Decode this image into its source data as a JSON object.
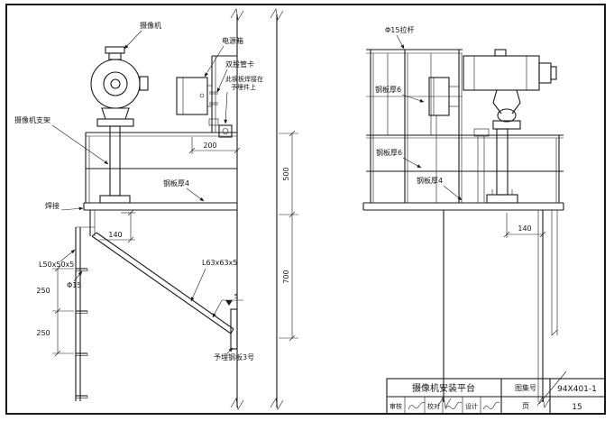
{
  "drawing": {
    "left_view": {
      "camera_label": "摄像机",
      "power_box_label": "电源箱",
      "clamp_label": "双股管卡",
      "weld_note_line1": "此钢板焊接在",
      "weld_note_line2": "予埋件上",
      "support_label": "摄像机支架",
      "plate4_label": "钢板厚4",
      "weld_label": "焊接",
      "ladder_angle_label": "L50x50x5",
      "rung_label": "Φ15",
      "brace_label": "L63x63x5",
      "weld_size_label": "5",
      "embed_plate_label": "予埋钢板3号",
      "dim_200": "200",
      "dim_500": "500",
      "dim_700": "700",
      "dim_140": "140",
      "dim_250_a": "250",
      "dim_250_b": "250"
    },
    "right_view": {
      "tie_rod_label": "Φ15拉杆",
      "plate6_a_label": "钢板厚6",
      "plate6_b_label": "钢板厚6",
      "plate4_label": "钢板厚4",
      "dim_140": "140"
    },
    "title_block": {
      "title": "摄像机安装平台",
      "atlas_label": "图集号",
      "atlas_no": "94X401-1",
      "page_label": "页",
      "page_no": "15",
      "review_label": "审核",
      "check_label": "校对",
      "design_label": "设计"
    }
  }
}
